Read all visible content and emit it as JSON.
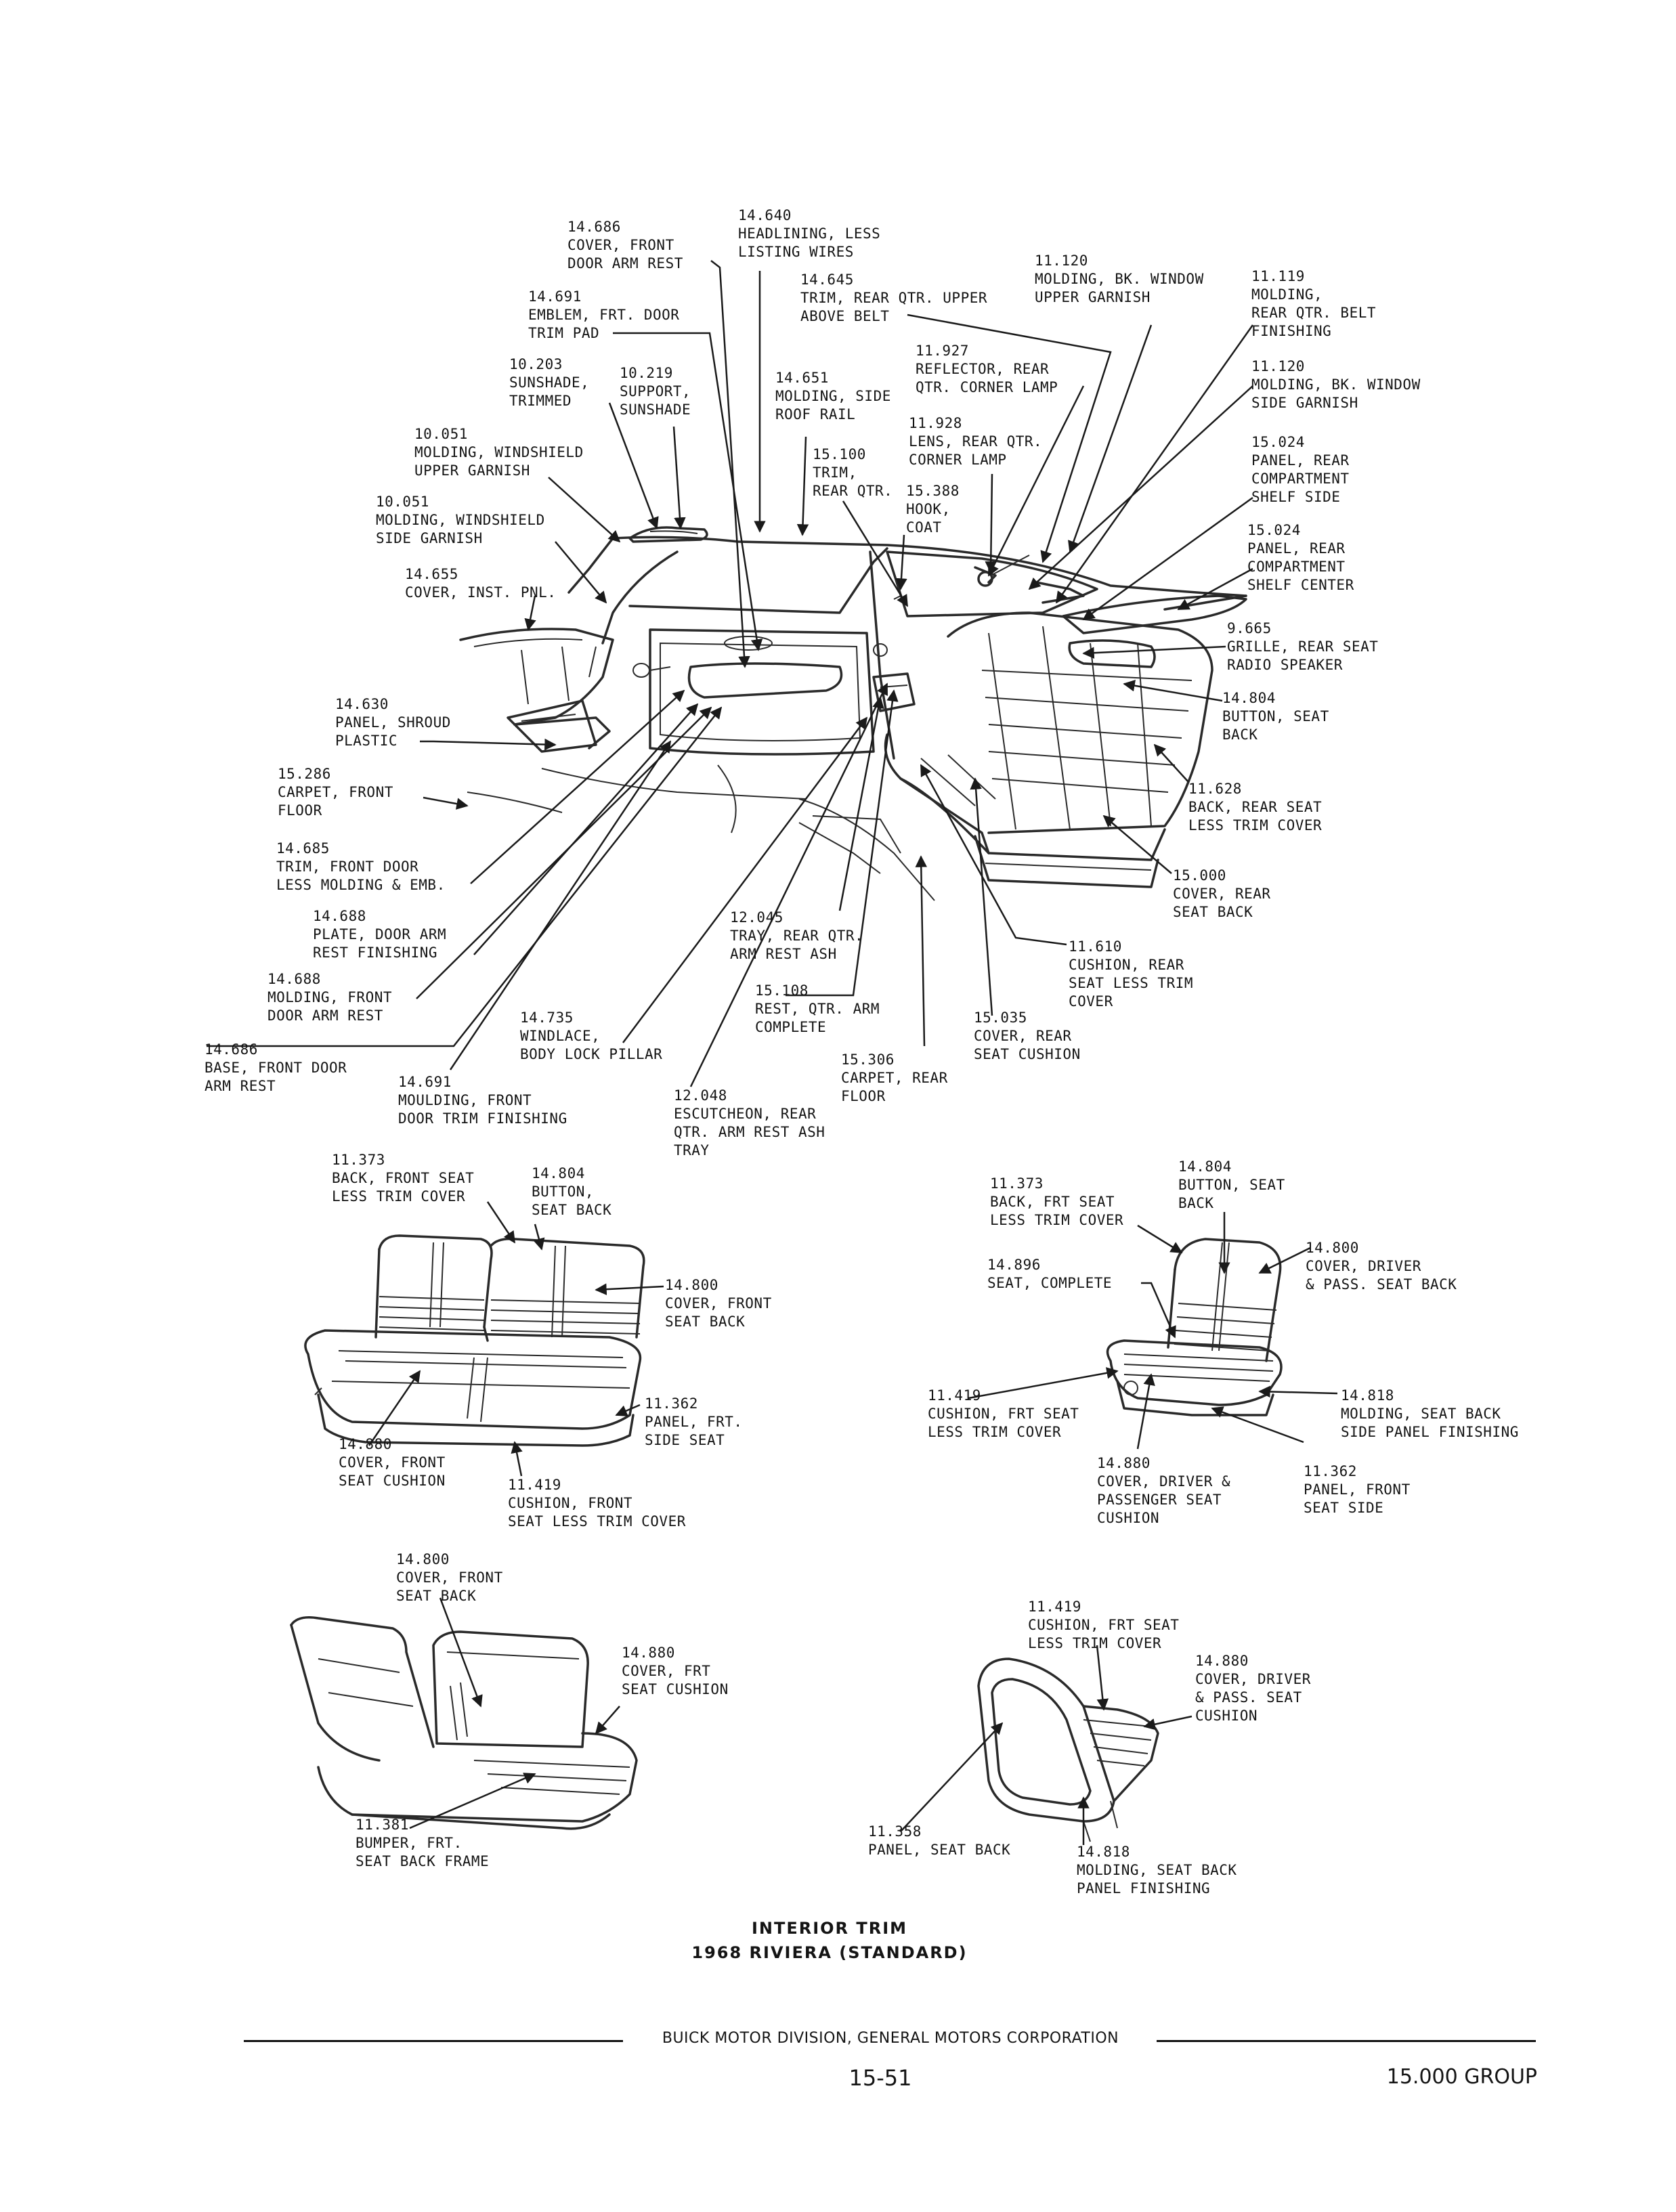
{
  "callouts": [
    {
      "id": "c1",
      "num": "14.686",
      "lines": [
        "COVER, FRONT",
        "DOOR ARM REST"
      ]
    },
    {
      "id": "c2",
      "num": "14.640",
      "lines": [
        "HEADLINING, LESS",
        "LISTING WIRES"
      ]
    },
    {
      "id": "c3",
      "num": "14.645",
      "lines": [
        "TRIM, REAR QTR. UPPER",
        "ABOVE BELT"
      ]
    },
    {
      "id": "c4",
      "num": "11.120",
      "lines": [
        "MOLDING, BK. WINDOW",
        "UPPER GARNISH"
      ]
    },
    {
      "id": "c5",
      "num": "11.119",
      "lines": [
        "MOLDING,",
        "REAR QTR. BELT",
        "FINISHING"
      ]
    },
    {
      "id": "c6",
      "num": "14.691",
      "lines": [
        "EMBLEM, FRT. DOOR",
        "TRIM PAD"
      ]
    },
    {
      "id": "c7",
      "num": "10.203",
      "lines": [
        "SUNSHADE,",
        "TRIMMED"
      ]
    },
    {
      "id": "c8",
      "num": "10.219",
      "lines": [
        "SUPPORT,",
        "SUNSHADE"
      ]
    },
    {
      "id": "c9",
      "num": "14.651",
      "lines": [
        "MOLDING, SIDE",
        "ROOF RAIL"
      ]
    },
    {
      "id": "c10",
      "num": "11.927",
      "lines": [
        "REFLECTOR, REAR",
        "QTR. CORNER LAMP"
      ]
    },
    {
      "id": "c11",
      "num": "11.120",
      "lines": [
        "MOLDING, BK. WINDOW",
        "SIDE GARNISH"
      ]
    },
    {
      "id": "c12",
      "num": "10.051",
      "lines": [
        "MOLDING, WINDSHIELD",
        "UPPER GARNISH"
      ]
    },
    {
      "id": "c13",
      "num": "11.928",
      "lines": [
        "LENS, REAR QTR.",
        "CORNER LAMP"
      ]
    },
    {
      "id": "c14",
      "num": "15.100",
      "lines": [
        "TRIM,",
        "REAR QTR."
      ]
    },
    {
      "id": "c15",
      "num": "15.388",
      "lines": [
        "HOOK,",
        "COAT"
      ]
    },
    {
      "id": "c16",
      "num": "15.024",
      "lines": [
        "PANEL, REAR",
        "COMPARTMENT",
        "SHELF SIDE"
      ]
    },
    {
      "id": "c17",
      "num": "10.051",
      "lines": [
        "MOLDING, WINDSHIELD",
        "SIDE GARNISH"
      ]
    },
    {
      "id": "c18",
      "num": "15.024",
      "lines": [
        "PANEL, REAR",
        "COMPARTMENT",
        "SHELF CENTER"
      ]
    },
    {
      "id": "c19",
      "num": "14.655",
      "lines": [
        "COVER, INST. PNL."
      ]
    },
    {
      "id": "c20",
      "num": "9.665",
      "lines": [
        "GRILLE, REAR SEAT",
        "RADIO SPEAKER"
      ]
    },
    {
      "id": "c21",
      "num": "14.630",
      "lines": [
        "PANEL, SHROUD",
        "PLASTIC"
      ]
    },
    {
      "id": "c22",
      "num": "14.804",
      "lines": [
        "BUTTON, SEAT",
        "BACK"
      ]
    },
    {
      "id": "c23",
      "num": "15.286",
      "lines": [
        "CARPET, FRONT",
        "FLOOR"
      ]
    },
    {
      "id": "c24",
      "num": "11.628",
      "lines": [
        "BACK, REAR SEAT",
        "LESS TRIM COVER"
      ]
    },
    {
      "id": "c25",
      "num": "14.685",
      "lines": [
        "TRIM, FRONT DOOR",
        "LESS MOLDING & EMB."
      ]
    },
    {
      "id": "c26",
      "num": "15.000",
      "lines": [
        "COVER, REAR",
        "SEAT BACK"
      ]
    },
    {
      "id": "c27",
      "num": "14.688",
      "lines": [
        "PLATE, DOOR ARM",
        "REST FINISHING"
      ]
    },
    {
      "id": "c28",
      "num": "12.045",
      "lines": [
        "TRAY, REAR QTR.",
        "ARM REST ASH"
      ]
    },
    {
      "id": "c29",
      "num": "11.610",
      "lines": [
        "CUSHION, REAR",
        "SEAT LESS TRIM",
        "COVER"
      ]
    },
    {
      "id": "c30",
      "num": "14.688",
      "lines": [
        "MOLDING, FRONT",
        "DOOR ARM REST"
      ]
    },
    {
      "id": "c31",
      "num": "15.108",
      "lines": [
        "REST, QTR. ARM",
        "COMPLETE"
      ]
    },
    {
      "id": "c32",
      "num": "14.735",
      "lines": [
        "WINDLACE,",
        "BODY LOCK PILLAR"
      ]
    },
    {
      "id": "c33",
      "num": "15.035",
      "lines": [
        "COVER, REAR",
        "SEAT CUSHION"
      ]
    },
    {
      "id": "c34",
      "num": "14.686",
      "lines": [
        "BASE, FRONT DOOR",
        "ARM REST"
      ]
    },
    {
      "id": "c35",
      "num": "15.306",
      "lines": [
        "CARPET, REAR",
        "FLOOR"
      ]
    },
    {
      "id": "c36",
      "num": "14.691",
      "lines": [
        "MOULDING, FRONT",
        "DOOR TRIM FINISHING"
      ]
    },
    {
      "id": "c37",
      "num": "12.048",
      "lines": [
        "ESCUTCHEON, REAR",
        "QTR. ARM REST ASH",
        "TRAY"
      ]
    },
    {
      "id": "c38",
      "num": "11.373",
      "lines": [
        "BACK, FRONT SEAT",
        "LESS TRIM COVER"
      ]
    },
    {
      "id": "c39",
      "num": "14.804",
      "lines": [
        "BUTTON,",
        "SEAT BACK"
      ]
    },
    {
      "id": "c40",
      "num": "14.800",
      "lines": [
        "COVER, FRONT",
        "SEAT BACK"
      ]
    },
    {
      "id": "c41",
      "num": "11.362",
      "lines": [
        "PANEL, FRT.",
        "SIDE SEAT"
      ]
    },
    {
      "id": "c42",
      "num": "14.880",
      "lines": [
        "COVER, FRONT",
        "SEAT CUSHION"
      ]
    },
    {
      "id": "c43",
      "num": "11.419",
      "lines": [
        "CUSHION, FRONT",
        "SEAT LESS TRIM COVER"
      ]
    },
    {
      "id": "c44",
      "num": "11.373",
      "lines": [
        "BACK, FRT SEAT",
        "LESS TRIM COVER"
      ]
    },
    {
      "id": "c45",
      "num": "14.804",
      "lines": [
        "BUTTON, SEAT",
        "BACK"
      ]
    },
    {
      "id": "c46",
      "num": "14.896",
      "lines": [
        "SEAT, COMPLETE"
      ]
    },
    {
      "id": "c47",
      "num": "14.800",
      "lines": [
        "COVER, DRIVER",
        "& PASS. SEAT BACK"
      ]
    },
    {
      "id": "c48",
      "num": "11.419",
      "lines": [
        "CUSHION, FRT SEAT",
        "LESS TRIM COVER"
      ]
    },
    {
      "id": "c49",
      "num": "14.818",
      "lines": [
        "MOLDING, SEAT BACK",
        "SIDE PANEL FINISHING"
      ]
    },
    {
      "id": "c50",
      "num": "14.880",
      "lines": [
        "COVER, DRIVER &",
        "PASSENGER SEAT",
        "CUSHION"
      ]
    },
    {
      "id": "c51",
      "num": "11.362",
      "lines": [
        "PANEL, FRONT",
        "SEAT SIDE"
      ]
    },
    {
      "id": "c52",
      "num": "14.800",
      "lines": [
        "COVER, FRONT",
        "SEAT BACK"
      ]
    },
    {
      "id": "c53",
      "num": "14.880",
      "lines": [
        "COVER, FRT",
        "SEAT CUSHION"
      ]
    },
    {
      "id": "c54",
      "num": "11.419",
      "lines": [
        "CUSHION, FRT SEAT",
        "LESS TRIM COVER"
      ]
    },
    {
      "id": "c55",
      "num": "14.880",
      "lines": [
        "COVER, DRIVER",
        "& PASS. SEAT",
        "CUSHION"
      ]
    },
    {
      "id": "c56",
      "num": "11.381",
      "lines": [
        "BUMPER, FRT.",
        "SEAT BACK FRAME"
      ]
    },
    {
      "id": "c57",
      "num": "11.358",
      "lines": [
        "PANEL, SEAT BACK"
      ]
    },
    {
      "id": "c58",
      "num": "14.818",
      "lines": [
        "MOLDING, SEAT BACK",
        "PANEL FINISHING"
      ]
    }
  ],
  "caption": {
    "line1": "INTERIOR TRIM",
    "line2": "1968 RIVIERA (STANDARD)"
  },
  "footer": {
    "company": "BUICK MOTOR DIVISION, GENERAL MOTORS CORPORATION",
    "page": "15-51",
    "group": "15.000 GROUP"
  }
}
